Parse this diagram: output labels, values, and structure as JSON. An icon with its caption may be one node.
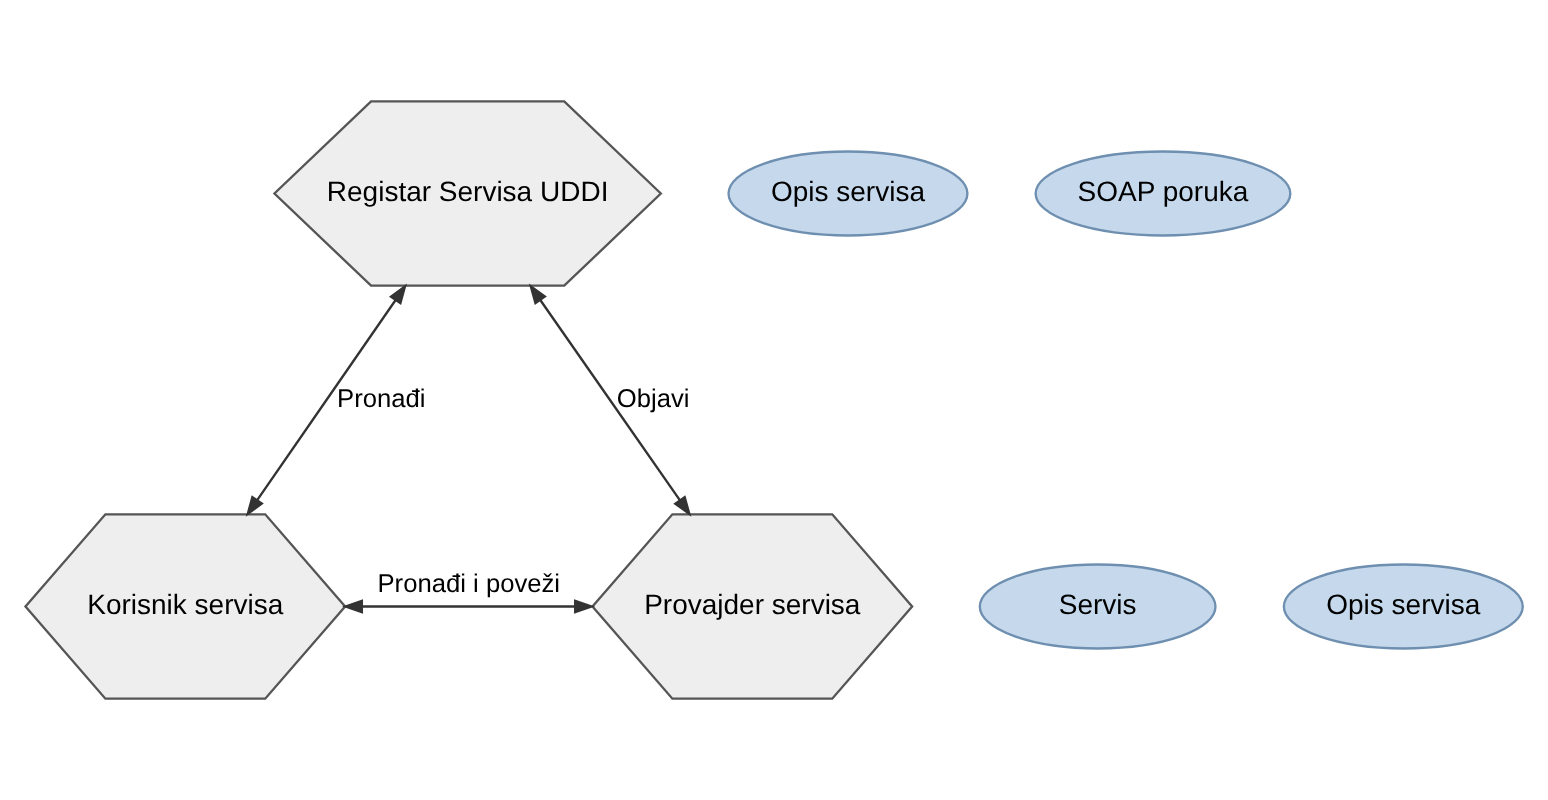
{
  "diagram": {
    "nodes": [
      {
        "text": [
          "Registar Servisa UDDI"
        ]
      },
      {
        "text": [
          "Opis servisa"
        ]
      },
      {
        "text": [
          "SOAP poruka"
        ]
      },
      {
        "text": [
          "Korisnik servisa"
        ]
      },
      {
        "text": [
          "Provajder servisa"
        ]
      },
      {
        "text": [
          "Servis"
        ]
      },
      {
        "text": [
          "Opis servisa"
        ]
      }
    ],
    "edges": [
      {
        "from": 0,
        "to": 3,
        "arrow": "both",
        "label": "Pronađi"
      },
      {
        "from": 0,
        "to": 4,
        "arrow": "both",
        "label": "Objavi"
      },
      {
        "from": 3,
        "to": 4,
        "arrow": "both",
        "label": "Pronađi i poveži"
      }
    ]
  }
}
